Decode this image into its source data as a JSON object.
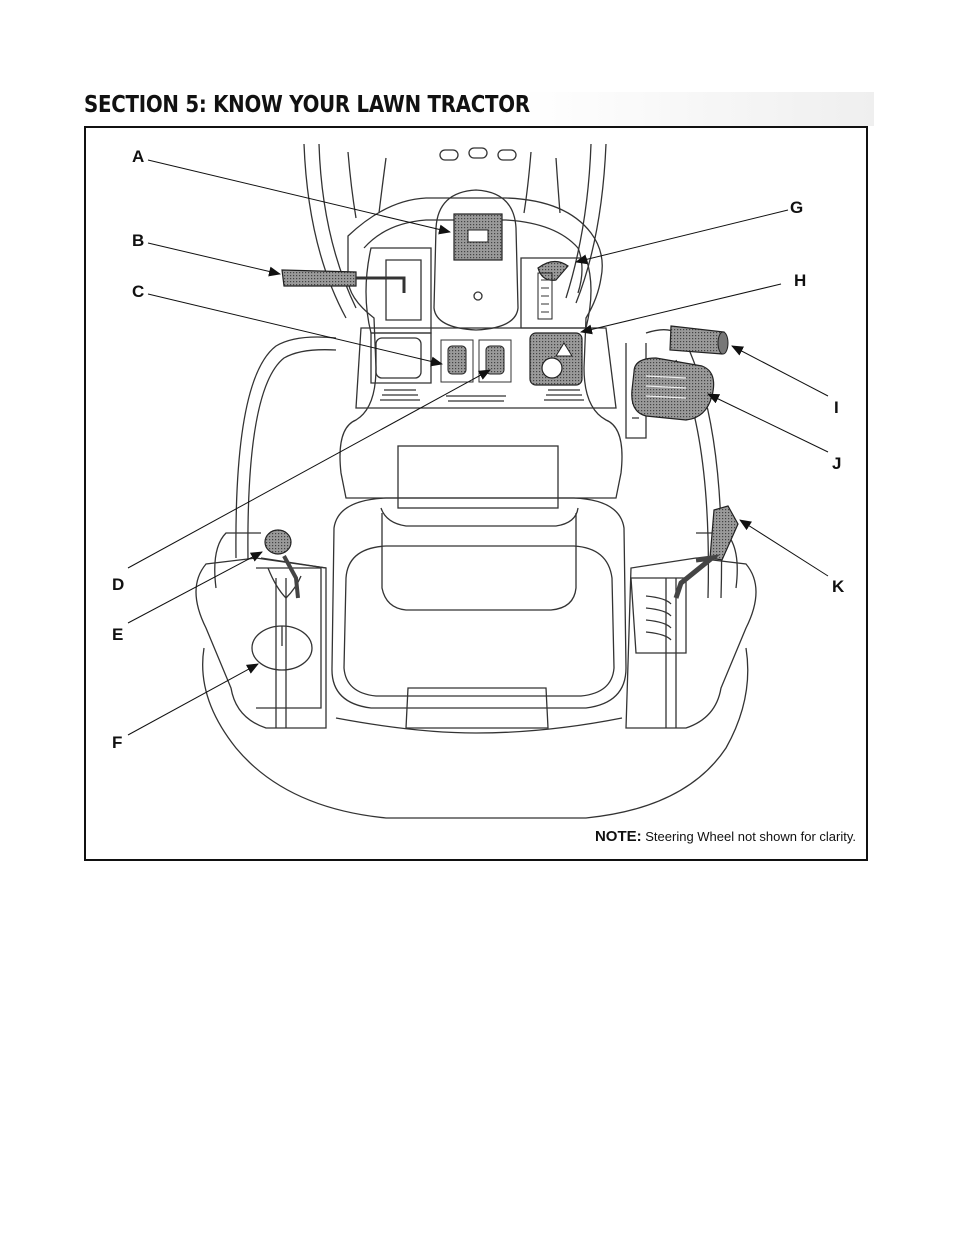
{
  "section": {
    "title": "SECTION 5:  KNOW YOUR LAWN TRACTOR"
  },
  "figure": {
    "callouts": {
      "A": "A",
      "B": "B",
      "C": "C",
      "D": "D",
      "E": "E",
      "F": "F",
      "G": "G",
      "H": "H",
      "I": "I",
      "J": "J",
      "K": "K"
    },
    "note": {
      "label": "NOTE:",
      "text": "Steering Wheel not shown for clarity."
    }
  }
}
